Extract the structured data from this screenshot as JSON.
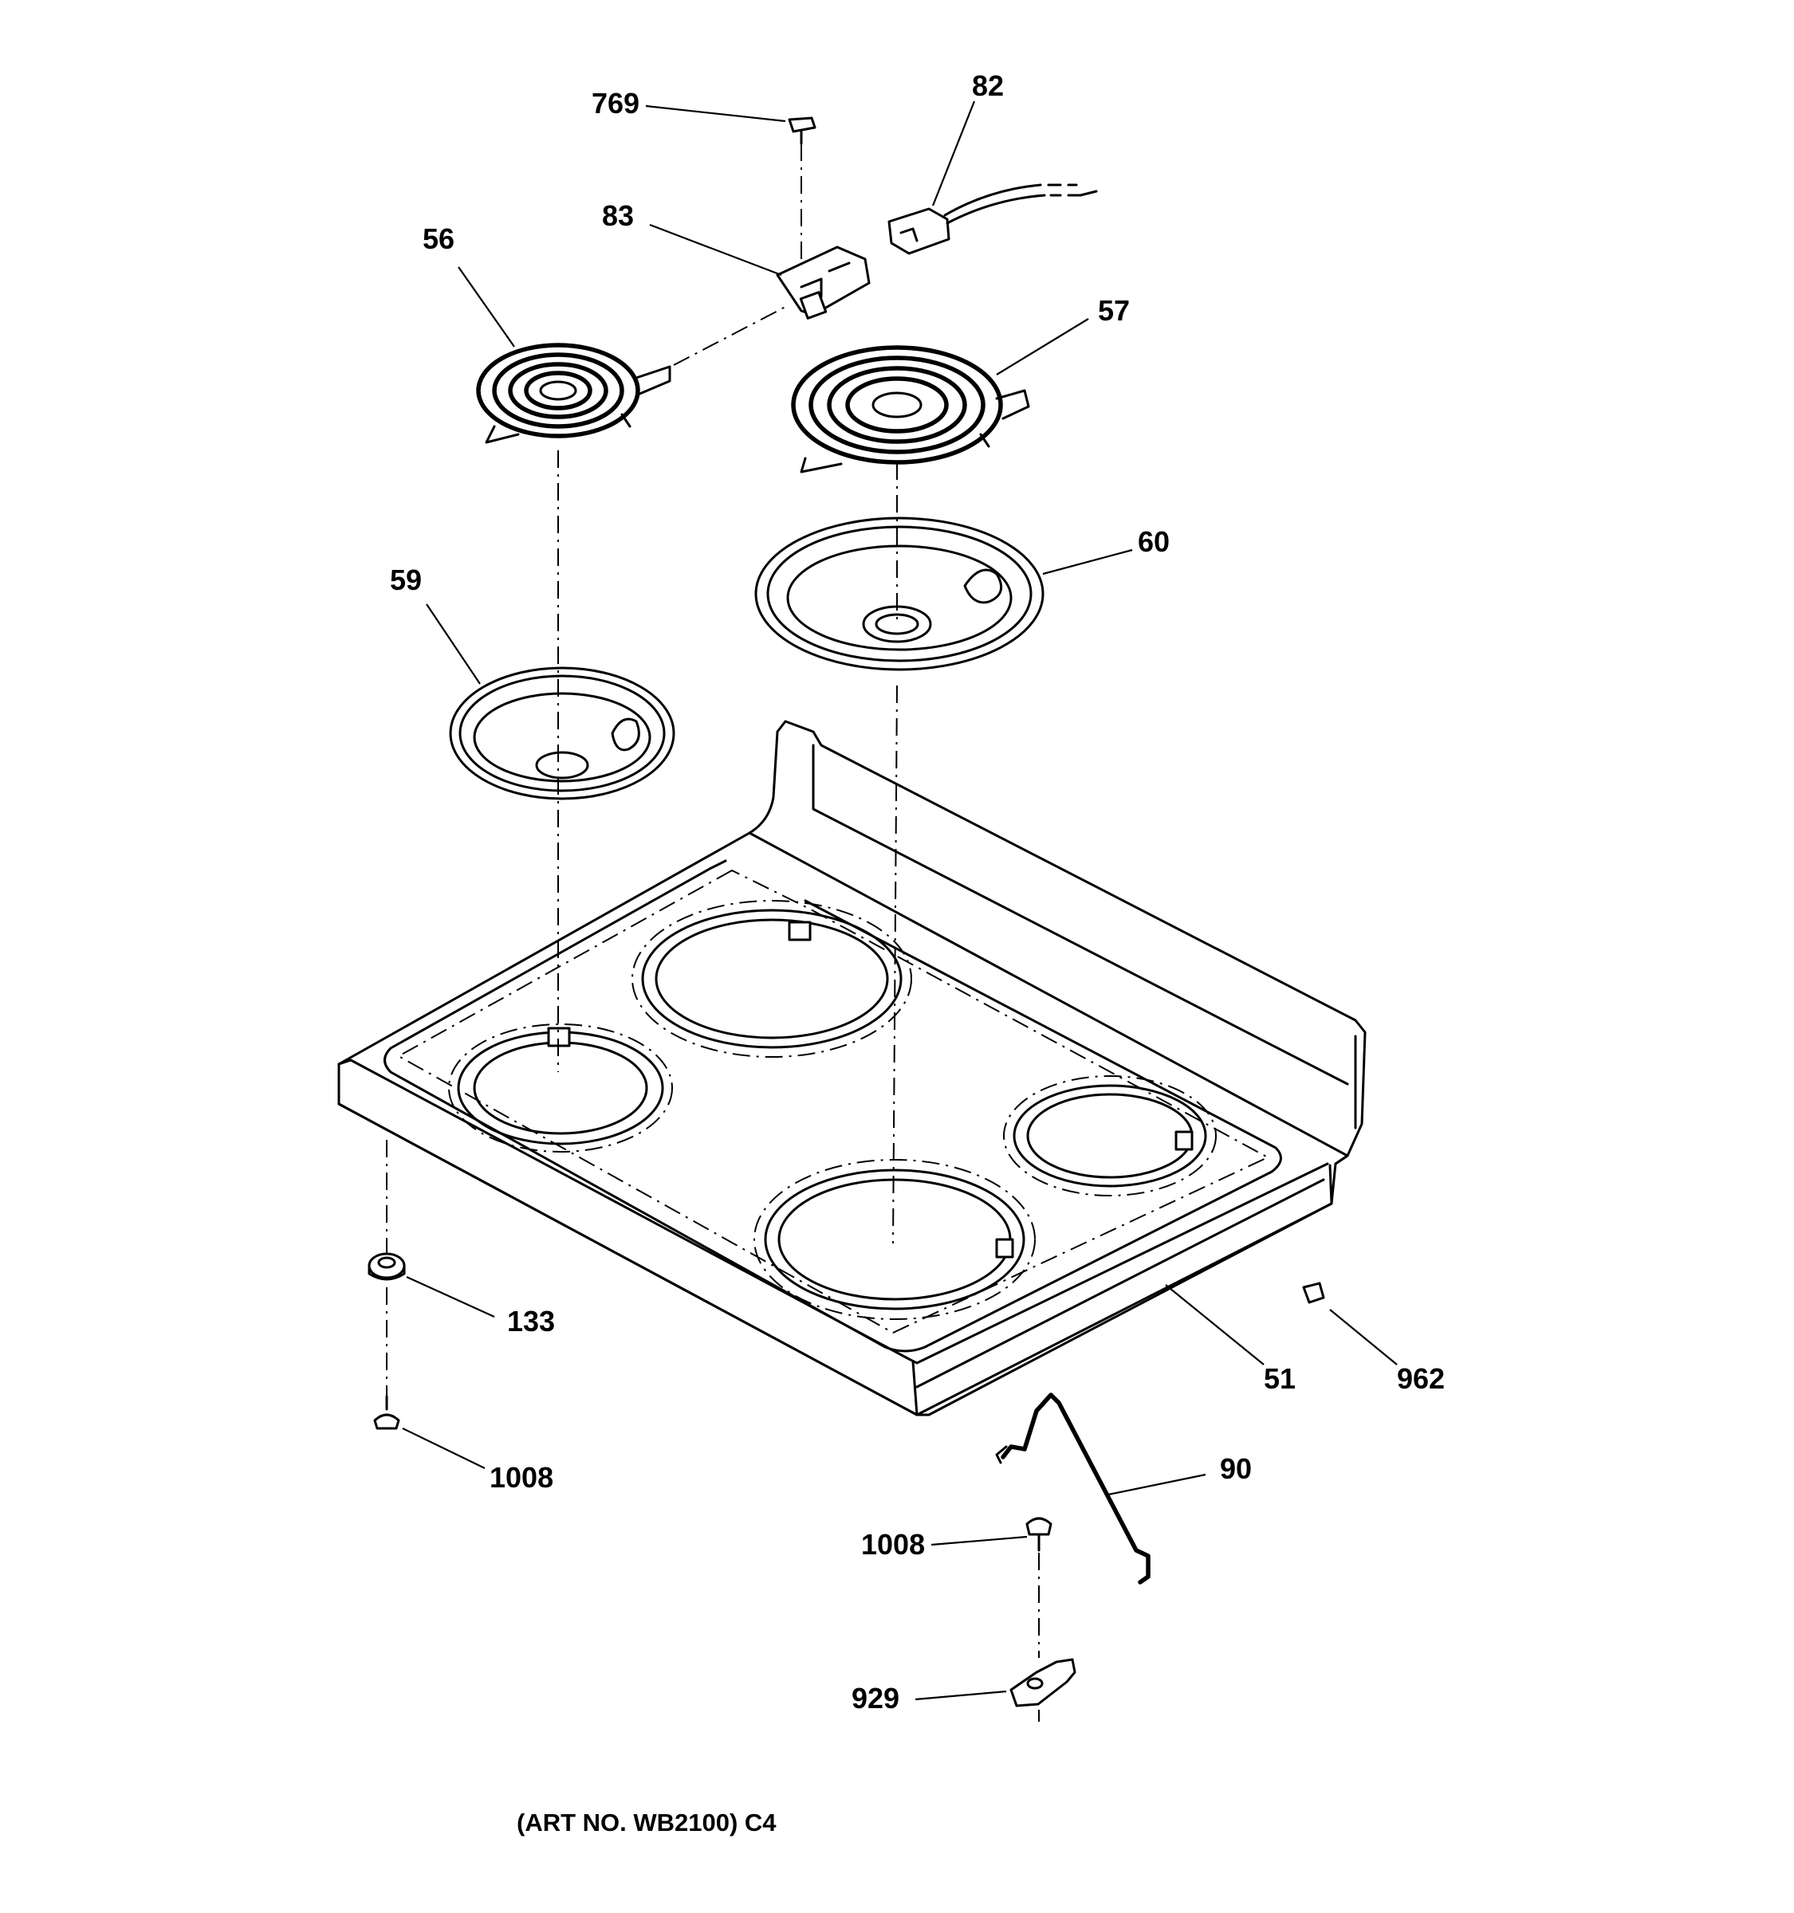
{
  "diagram": {
    "caption": "(ART NO. WB2100) C4",
    "callouts": {
      "p769": "769",
      "p82": "82",
      "p83": "83",
      "p56": "56",
      "p57": "57",
      "p60": "60",
      "p59": "59",
      "p133": "133",
      "p51": "51",
      "p962": "962",
      "p1008a": "1008",
      "p90": "90",
      "p1008b": "1008",
      "p929": "929"
    }
  }
}
